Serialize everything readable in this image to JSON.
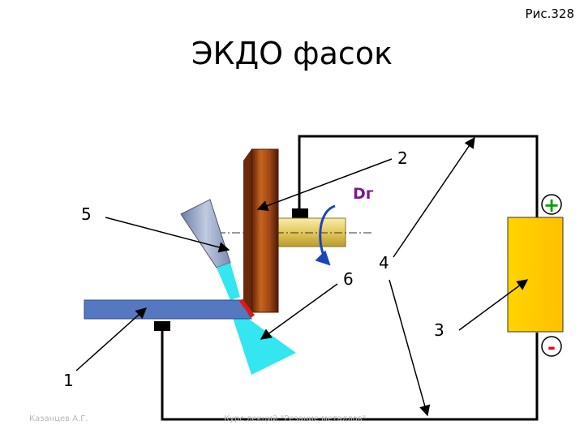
{
  "header": {
    "figure_ref": "Рис.328",
    "title": "ЭКДО фасок"
  },
  "labels": {
    "l1": "1",
    "l2": "2",
    "l3": "3",
    "l4": "4",
    "l5": "5",
    "l6": "6",
    "rotation": "Dг",
    "plus": "+",
    "minus": "-"
  },
  "footer": {
    "author": "Казанцев А.Г.",
    "course": "Курс лекций \"Резание металлов\""
  },
  "colors": {
    "workpiece": "#5578c0",
    "electrode_disk": "#8b3a16",
    "spindle": "#e8d070",
    "nozzle": "#8a9ac0",
    "fluid_jet": "#33e6f0",
    "power_source": "#ffd000",
    "plus_sign": "#00a000",
    "minus_sign": "#ff0000",
    "rotation_arrow": "#1846b8",
    "wire": "#000000"
  }
}
